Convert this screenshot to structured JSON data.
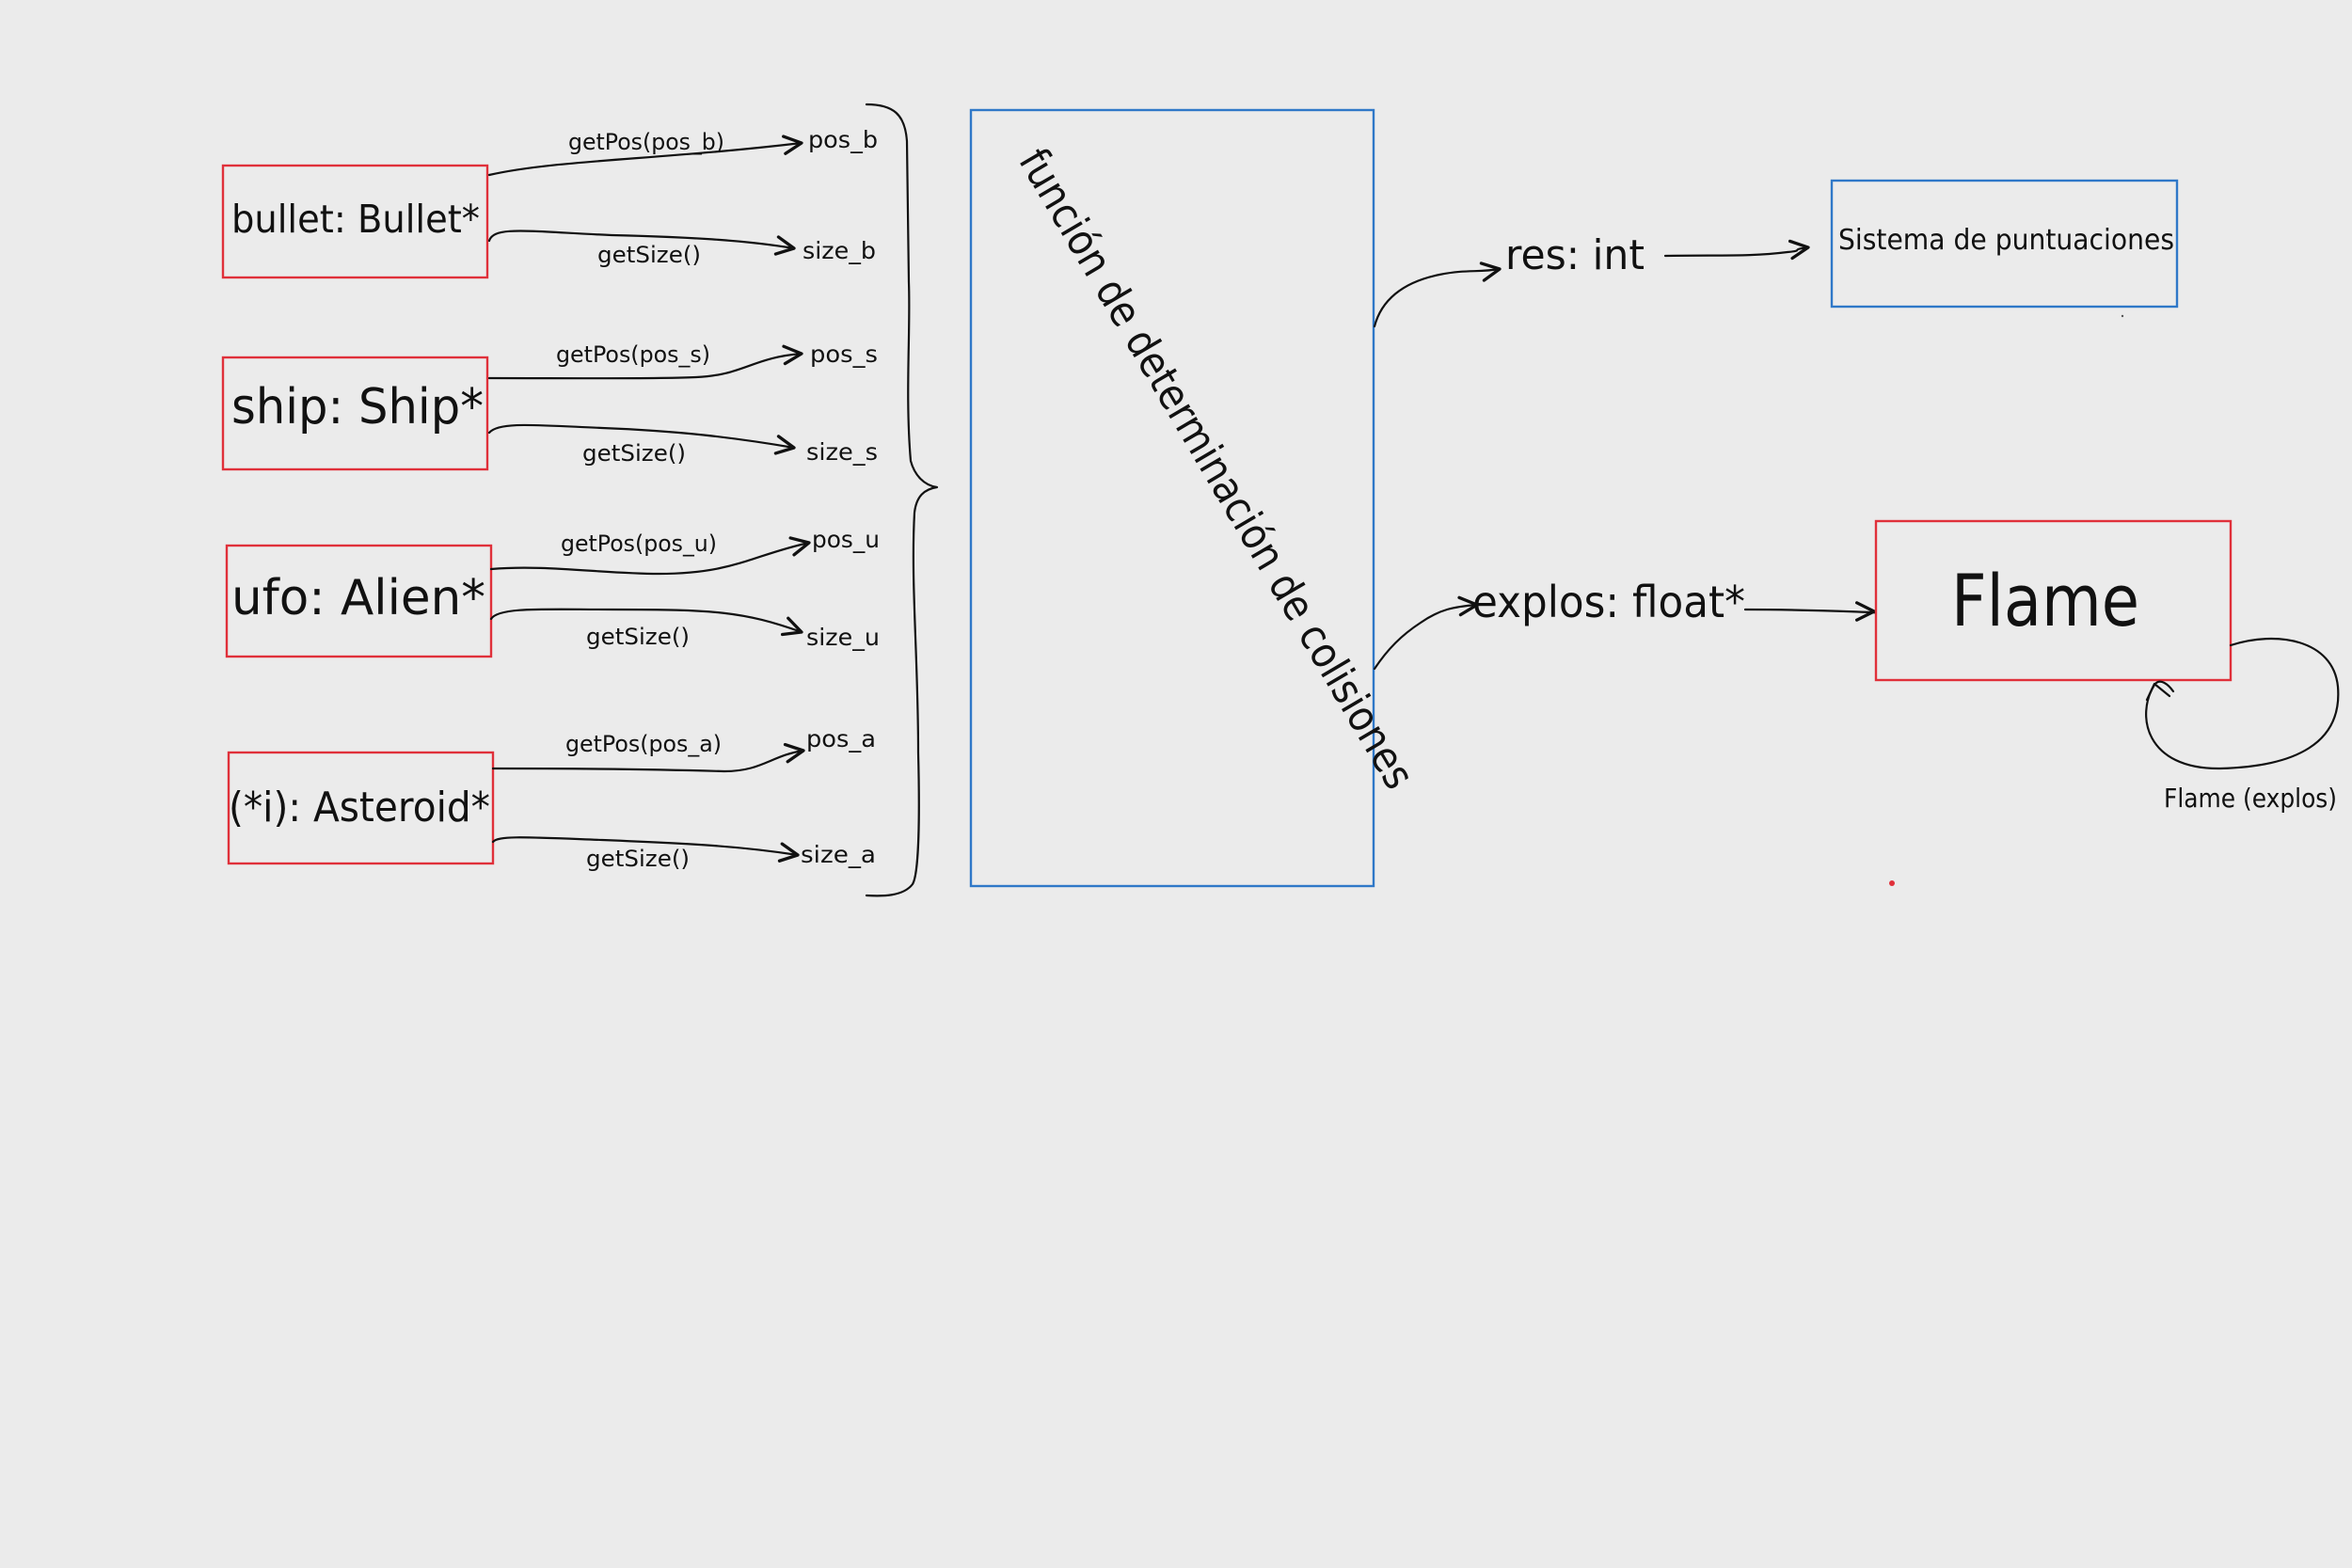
{
  "objects": {
    "bullet": "bullet: Bullet*",
    "ship": "ship: Ship*",
    "ufo": "ufo: Alien*",
    "asteroid": "(*i): Asteroid*"
  },
  "calls": {
    "bullet_pos": "getPos(pos_b)",
    "bullet_size": "getSize()",
    "ship_pos": "getPos(pos_s)",
    "ship_size": "getSize()",
    "ufo_pos": "getPos(pos_u)",
    "ufo_size": "getSize()",
    "asteroid_pos": "getPos(pos_a)",
    "asteroid_size": "getSize()"
  },
  "values": {
    "pos_b": "pos_b",
    "size_b": "size_b",
    "pos_s": "pos_s",
    "size_s": "size_s",
    "pos_u": "pos_u",
    "size_u": "size_u",
    "pos_a": "pos_a",
    "size_a": "size_a"
  },
  "collision_function": {
    "label": "función de determinación de colisiones"
  },
  "outputs": {
    "res": "res: int",
    "explos": "explos: float*"
  },
  "targets": {
    "scores": "Sistema de puntuaciones",
    "flame": "Flame",
    "flame_loop": "Flame (explos)"
  },
  "colors": {
    "object_border": "#e0303a",
    "system_border": "#2f78c8",
    "ink": "#111111",
    "background": "#ebebeb"
  }
}
